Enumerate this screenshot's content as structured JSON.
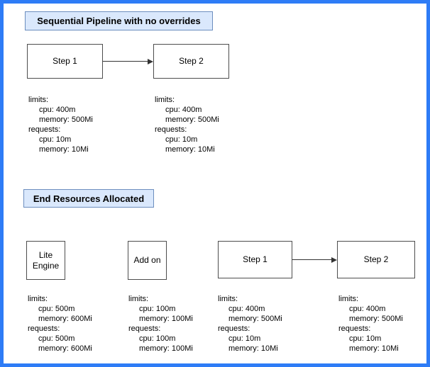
{
  "colors": {
    "frame_border": "#2e7cf6",
    "title_fill": "#dae8fc",
    "title_border": "#6c8ebf",
    "node_border": "#4d4d4d",
    "arrow": "#333333"
  },
  "section1": {
    "title": "Sequential Pipeline with no overrides",
    "nodes": [
      {
        "label": "Step 1"
      },
      {
        "label": "Step 2"
      }
    ],
    "connections": [
      {
        "from": "Step 1",
        "to": "Step 2"
      }
    ],
    "resources": [
      {
        "lines": [
          "limits:",
          "cpu: 400m",
          "memory: 500Mi",
          "requests:",
          "cpu: 10m",
          "memory: 10Mi"
        ]
      },
      {
        "lines": [
          "limits:",
          "cpu: 400m",
          "memory: 500Mi",
          "requests:",
          "cpu: 10m",
          "memory: 10Mi"
        ]
      }
    ]
  },
  "section2": {
    "title": "End Resources Allocated",
    "nodes": [
      {
        "label": "Lite Engine"
      },
      {
        "label": "Add on"
      },
      {
        "label": "Step 1"
      },
      {
        "label": "Step 2"
      }
    ],
    "connections": [
      {
        "from": "Step 1",
        "to": "Step 2"
      }
    ],
    "resources": [
      {
        "lines": [
          "limits:",
          "cpu: 500m",
          "memory: 600Mi",
          "requests:",
          "cpu: 500m",
          "memory: 600Mi"
        ]
      },
      {
        "lines": [
          "limits:",
          "cpu: 100m",
          "memory: 100Mi",
          "requests:",
          "cpu: 100m",
          "memory: 100Mi"
        ]
      },
      {
        "lines": [
          "limits:",
          "cpu: 400m",
          "memory: 500Mi",
          "requests:",
          "cpu: 10m",
          "memory: 10Mi"
        ]
      },
      {
        "lines": [
          "limits:",
          "cpu: 400m",
          "memory: 500Mi",
          "requests:",
          "cpu: 10m",
          "memory: 10Mi"
        ]
      }
    ]
  }
}
